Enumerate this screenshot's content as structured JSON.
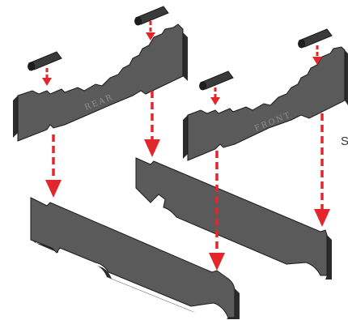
{
  "labels": {
    "rear_panel": "REAR",
    "front_panel": "FRONT",
    "edge_text": "S"
  },
  "colors": {
    "panel_face": "#5a5a5a",
    "panel_side": "#2b2b2b",
    "panel_outline": "#1a1a1a",
    "arrow": "#e3262b",
    "background": "#ffffff"
  },
  "parts": [
    {
      "name": "rear-upright-panel",
      "icon": "stepped-panel-icon"
    },
    {
      "name": "front-upright-panel",
      "icon": "stepped-panel-icon"
    },
    {
      "name": "rear-base-bar",
      "icon": "base-rail-icon"
    },
    {
      "name": "front-base-bar",
      "icon": "base-rail-icon"
    },
    {
      "name": "peg",
      "icon": "peg-icon",
      "count": 4
    },
    {
      "name": "red-dashed-arrow",
      "icon": "arrow-down-icon",
      "count": 8
    }
  ]
}
